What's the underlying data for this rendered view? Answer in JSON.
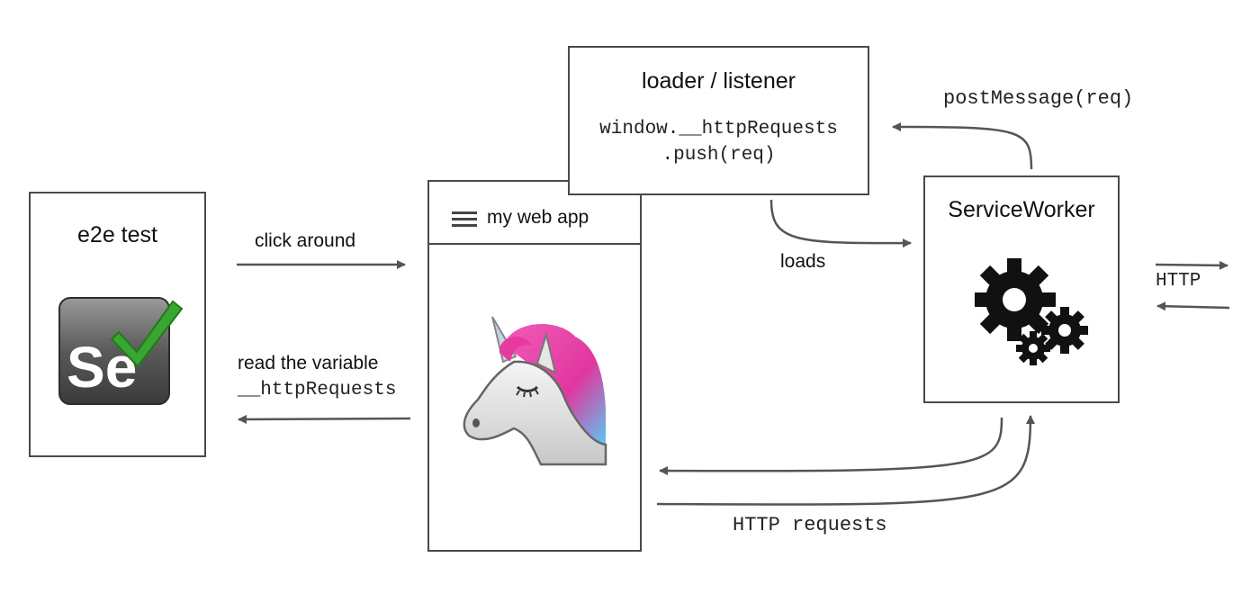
{
  "e2e": {
    "title": "e2e test",
    "logo_text": "Se"
  },
  "webapp": {
    "title": "my web app",
    "menu_icon": "hamburger-icon",
    "image": "unicorn-icon"
  },
  "loader": {
    "title": "loader / listener",
    "code_line1": "window.__httpRequests",
    "code_line2": ".push(req)"
  },
  "serviceworker": {
    "title": "ServiceWorker",
    "image": "gears-icon"
  },
  "arrows": {
    "click_around": "click around",
    "read_variable_line1": "read the variable",
    "read_variable_line2": "__httpRequests",
    "loads": "loads",
    "post_message": "postMessage(req)",
    "http_right": "HTTP",
    "http_requests": "HTTP requests"
  },
  "colors": {
    "border": "#4a4a4a",
    "arrow": "#555555",
    "check_green": "#3aa632",
    "logo_gray": "#5a5a5a",
    "unicorn_pink": "#e6399b"
  }
}
